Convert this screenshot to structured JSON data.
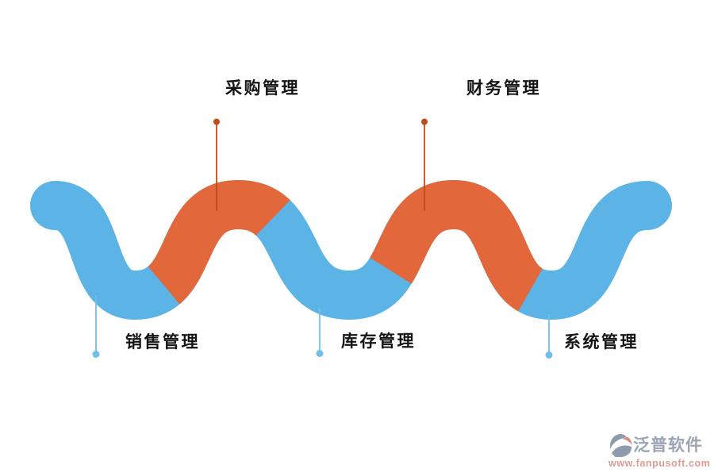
{
  "flow": {
    "nodes": [
      {
        "id": "sales",
        "label": "销售管理",
        "side": "bottom",
        "ribbon_color": "blue"
      },
      {
        "id": "purchase",
        "label": "采购管理",
        "side": "top",
        "ribbon_color": "orange"
      },
      {
        "id": "inventory",
        "label": "库存管理",
        "side": "bottom",
        "ribbon_color": "blue"
      },
      {
        "id": "finance",
        "label": "财务管理",
        "side": "top",
        "ribbon_color": "orange"
      },
      {
        "id": "system",
        "label": "系统管理",
        "side": "bottom",
        "ribbon_color": "blue"
      }
    ]
  },
  "colors": {
    "ribbon_blue": "#5CB4E6",
    "ribbon_orange": "#E2683C",
    "pin_red": "#BE4E1B",
    "pin_blue": "#6FBFEA",
    "label_text": "#141414",
    "logo_gray": "#9AA4B4",
    "logo_salmon": "#D98B80",
    "url_salmon": "#DE9B94"
  },
  "watermark": {
    "brand": "泛普软件",
    "url": "www.fanpusoft.com"
  }
}
